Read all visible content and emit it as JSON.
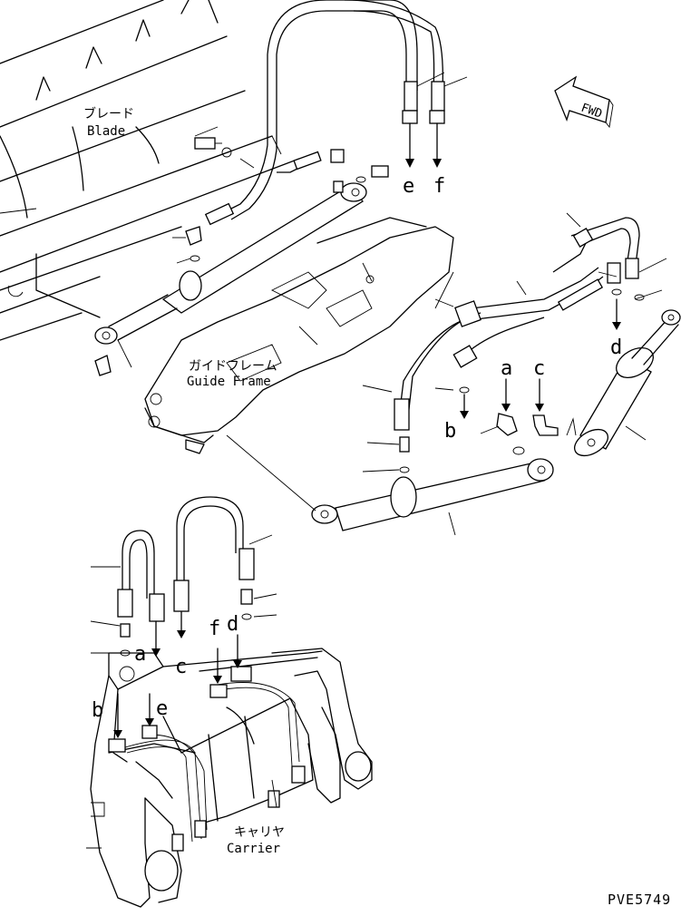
{
  "labels": {
    "blade_jp": "ブレード",
    "blade_en": "Blade",
    "guide_frame_jp": "ガイドフレーム",
    "guide_frame_en": "Guide Frame",
    "carrier_jp": "キャリヤ",
    "carrier_en": "Carrier",
    "fwd": "FWD",
    "drawing_code": "PVE5749"
  },
  "connection_letters": {
    "top_e": "e",
    "top_f": "f",
    "right_a": "a",
    "right_c": "c",
    "right_b": "b",
    "right_d": "d",
    "bottom_a": "a",
    "bottom_c": "c",
    "bottom_f": "f",
    "bottom_d": "d",
    "bottom_b": "b",
    "bottom_e": "e"
  }
}
